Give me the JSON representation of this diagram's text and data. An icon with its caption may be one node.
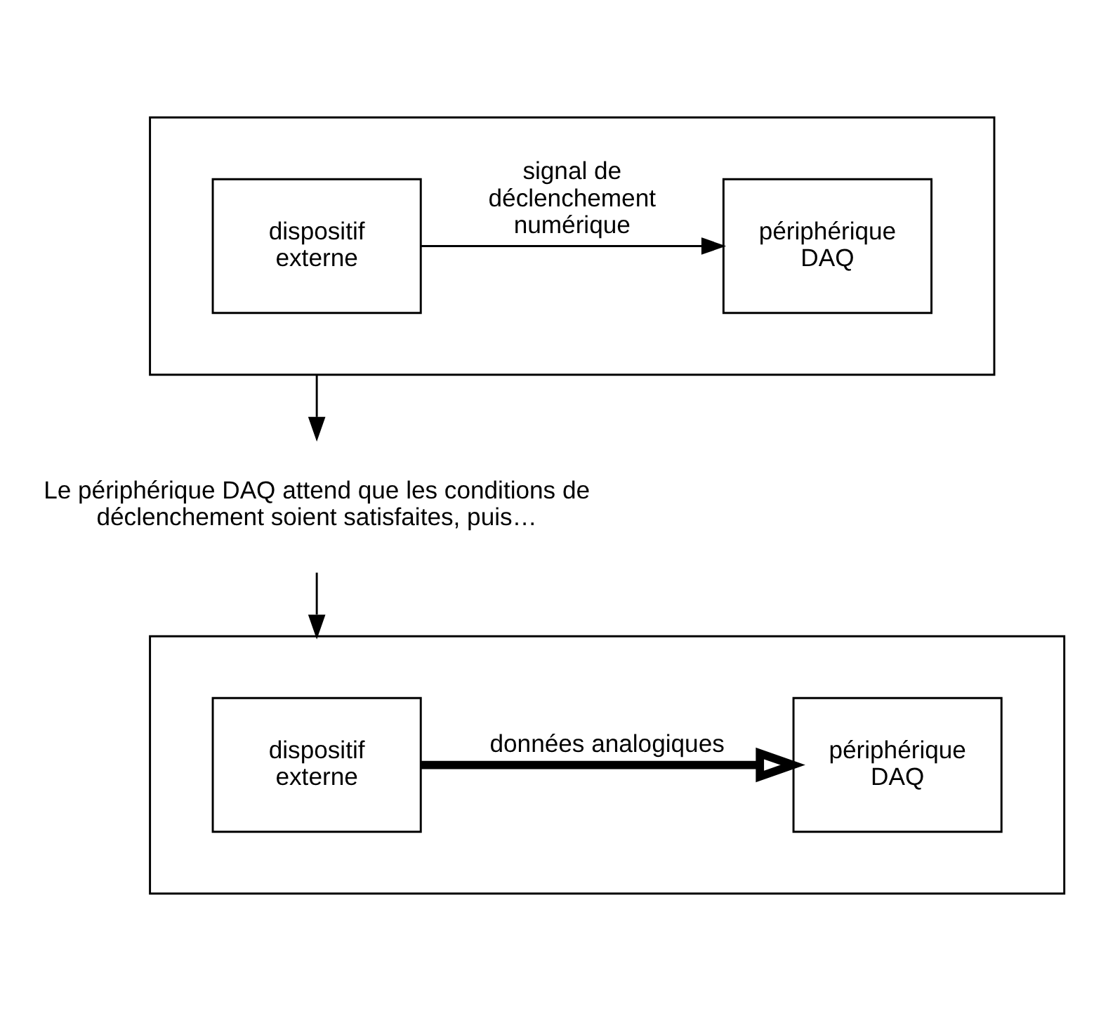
{
  "diagram": {
    "nodes": [
      {
        "text": [],
        "shape": "box"
      },
      {
        "text": [
          "dispositif externe"
        ],
        "in": 0
      },
      {
        "text": [
          "périphérique DAQ"
        ],
        "in": 0
      },
      {
        "text": [
          "Le périphérique DAQ attend que les conditions de déclenchement soient satisfaites, puis…"
        ]
      },
      {
        "text": [],
        "shape": "box"
      },
      {
        "text": [
          "dispositif externe"
        ],
        "in": 4
      },
      {
        "text": [
          "périphérique DAQ"
        ],
        "in": 4
      }
    ],
    "edges": [
      {
        "from": 1,
        "to": 2,
        "arrow": "to",
        "label": "signal de déclenchement numérique"
      },
      {
        "from": 0,
        "to": 3,
        "arrow": "to"
      },
      {
        "from": 3,
        "to": 4,
        "arrow": "to"
      },
      {
        "from": 5,
        "to": 6,
        "arrow": "to",
        "label": "données analogiques",
        "style": "thick"
      }
    ]
  }
}
